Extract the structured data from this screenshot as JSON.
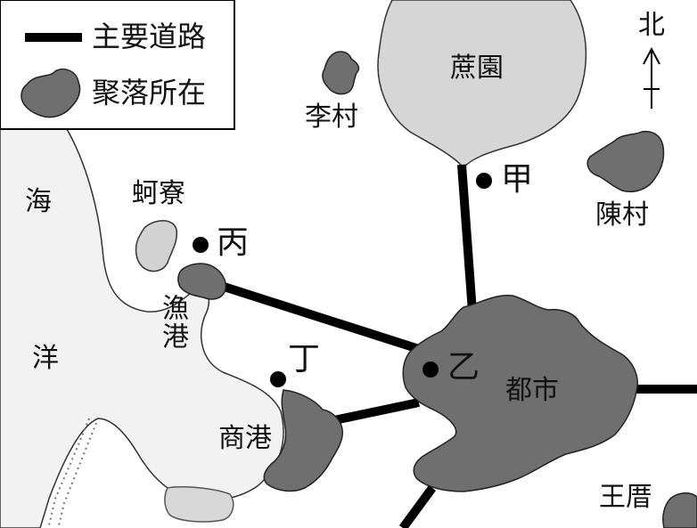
{
  "legend": {
    "road_label": "主要道路",
    "settlement_label": "聚落所在"
  },
  "north": {
    "label": "北"
  },
  "places": {
    "sugarcane_field": "蔗園",
    "li_village": "李村",
    "chen_village": "陳村",
    "ke_liao": "蚵寮",
    "fishing_port": "漁港",
    "commercial_port": "商港",
    "city": "都市",
    "wang_cuo": "王厝",
    "sea_1": "海",
    "sea_2": "洋"
  },
  "points": {
    "jia": "甲",
    "yi": "乙",
    "bing": "丙",
    "ding": "丁"
  },
  "colors": {
    "ocean": "#f2f2f2",
    "land": "#ffffff",
    "settlement": "#6f6f6f",
    "field": "#d6d6d6",
    "islet": "#d2d2d2",
    "road": "#000000"
  }
}
